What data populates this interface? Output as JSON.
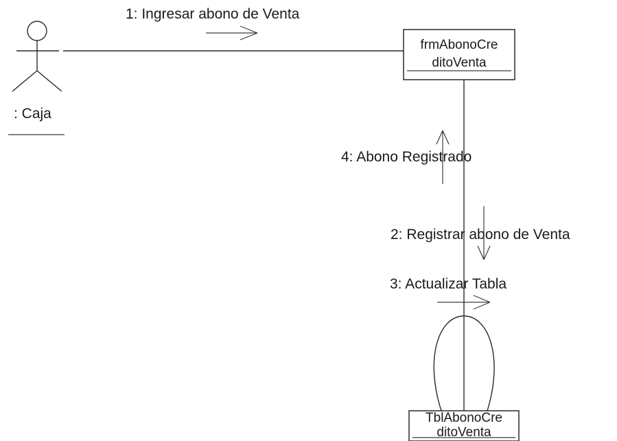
{
  "actor": {
    "name": ": Caja",
    "icon": "stick-figure-actor-icon"
  },
  "objects": {
    "form": {
      "line1": "frmAbonoCre",
      "line2": "ditoVenta"
    },
    "table": {
      "line1": "TblAbonoCre",
      "line2": "ditoVenta"
    }
  },
  "messages": [
    {
      "text": "1: Ingresar abono de Venta"
    },
    {
      "text": "2: Registrar abono de Venta"
    },
    {
      "text": "3: Actualizar Tabla"
    },
    {
      "text": "4: Abono Registrado"
    }
  ]
}
